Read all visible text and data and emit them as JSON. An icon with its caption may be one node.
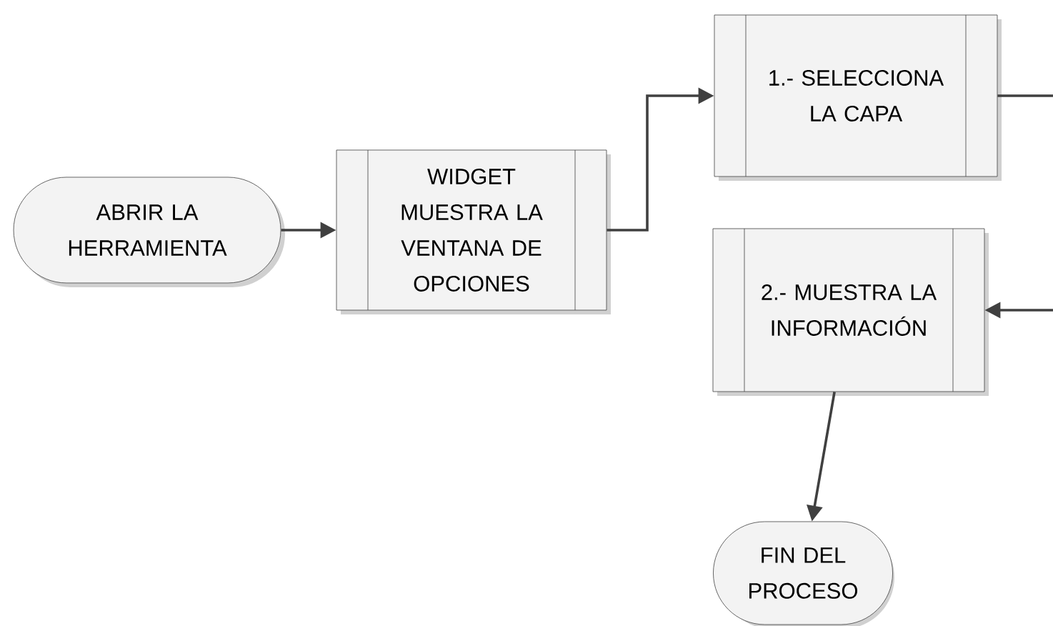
{
  "diagram": {
    "nodes": [
      {
        "text": [
          "ABRIR LA HERRAMIENTA"
        ]
      },
      {
        "text": [
          "WIDGET MUESTRA LA VENTANA DE OPCIONES"
        ]
      },
      {
        "text": [
          "1.- SELECCIONA LA CAPA"
        ]
      },
      {
        "text": [
          "2.- MUESTRA LA INFORMACIÓN"
        ]
      },
      {
        "text": [
          "FIN DEL PROCESO"
        ]
      }
    ],
    "edges": [
      {
        "from": 0,
        "to": 1,
        "arrow": "to"
      },
      {
        "from": 1,
        "to": 2,
        "arrow": "to"
      },
      {
        "from": 2,
        "to": null,
        "arrow": "none"
      },
      {
        "from": null,
        "to": 3,
        "arrow": "to"
      },
      {
        "from": 3,
        "to": 4,
        "arrow": "to"
      }
    ]
  }
}
